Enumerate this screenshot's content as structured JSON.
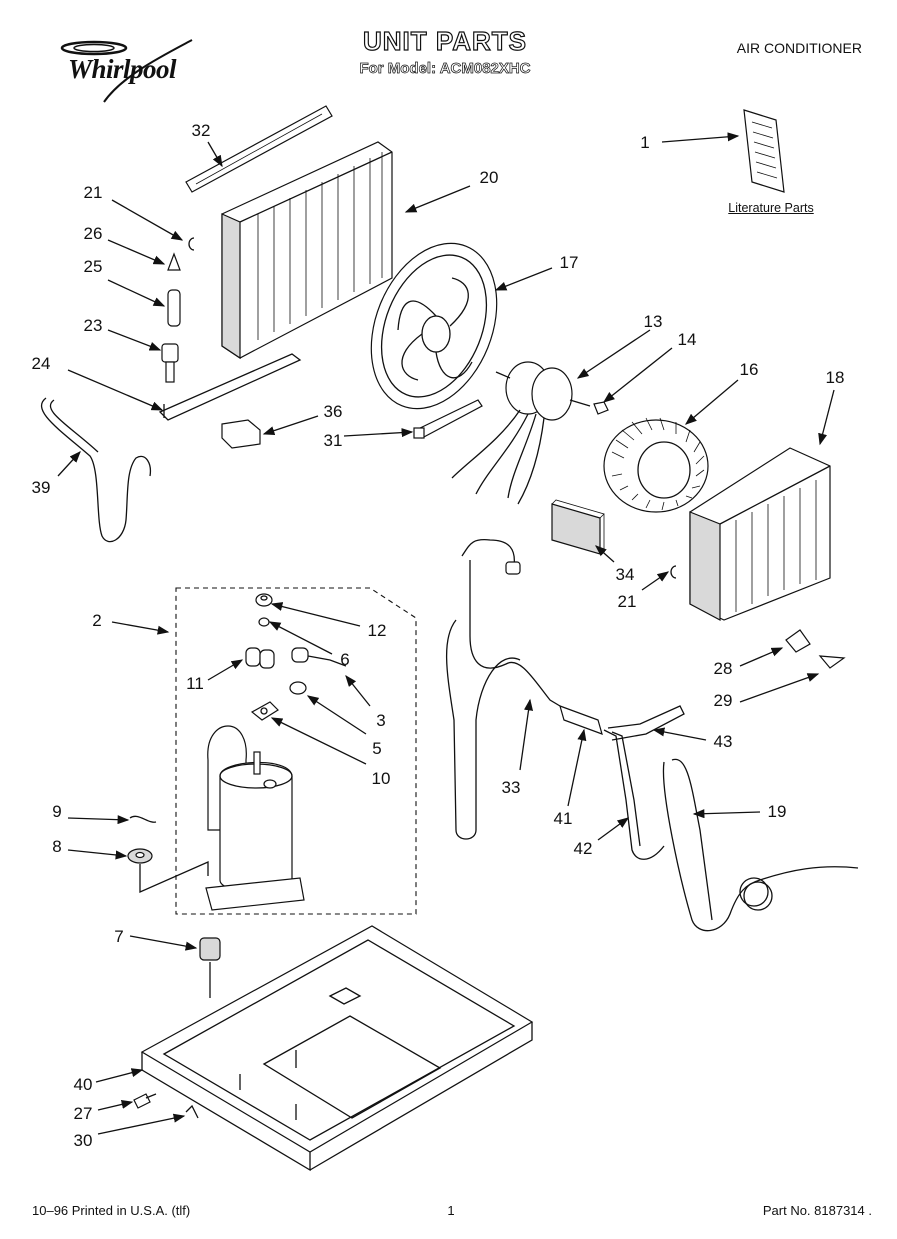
{
  "header": {
    "brand": "Whirlpool",
    "title": "UNIT PARTS",
    "subtitle": "For Model: ACM082XHC",
    "product": "AIR CONDITIONER"
  },
  "literature_label": "Literature Parts",
  "callouts": [
    {
      "id": "c1",
      "label": "1"
    },
    {
      "id": "c32",
      "label": "32"
    },
    {
      "id": "c20",
      "label": "20"
    },
    {
      "id": "c21a",
      "label": "21"
    },
    {
      "id": "c26",
      "label": "26"
    },
    {
      "id": "c25",
      "label": "25"
    },
    {
      "id": "c17",
      "label": "17"
    },
    {
      "id": "c23",
      "label": "23"
    },
    {
      "id": "c13",
      "label": "13"
    },
    {
      "id": "c14",
      "label": "14"
    },
    {
      "id": "c16",
      "label": "16"
    },
    {
      "id": "c18",
      "label": "18"
    },
    {
      "id": "c24",
      "label": "24"
    },
    {
      "id": "c36",
      "label": "36"
    },
    {
      "id": "c31",
      "label": "31"
    },
    {
      "id": "c39",
      "label": "39"
    },
    {
      "id": "c34",
      "label": "34"
    },
    {
      "id": "c21b",
      "label": "21"
    },
    {
      "id": "c2",
      "label": "2"
    },
    {
      "id": "c12",
      "label": "12"
    },
    {
      "id": "c6",
      "label": "6"
    },
    {
      "id": "c11",
      "label": "11"
    },
    {
      "id": "c3",
      "label": "3"
    },
    {
      "id": "c5",
      "label": "5"
    },
    {
      "id": "c10",
      "label": "10"
    },
    {
      "id": "c28",
      "label": "28"
    },
    {
      "id": "c29",
      "label": "29"
    },
    {
      "id": "c43",
      "label": "43"
    },
    {
      "id": "c33",
      "label": "33"
    },
    {
      "id": "c9",
      "label": "9"
    },
    {
      "id": "c19",
      "label": "19"
    },
    {
      "id": "c41",
      "label": "41"
    },
    {
      "id": "c8",
      "label": "8"
    },
    {
      "id": "c42",
      "label": "42"
    },
    {
      "id": "c7",
      "label": "7"
    },
    {
      "id": "c40",
      "label": "40"
    },
    {
      "id": "c27",
      "label": "27"
    },
    {
      "id": "c30",
      "label": "30"
    }
  ],
  "footer": {
    "left": "10–96 Printed in U.S.A. (tlf)",
    "center": "1",
    "right": "Part No. 8187314 ."
  }
}
